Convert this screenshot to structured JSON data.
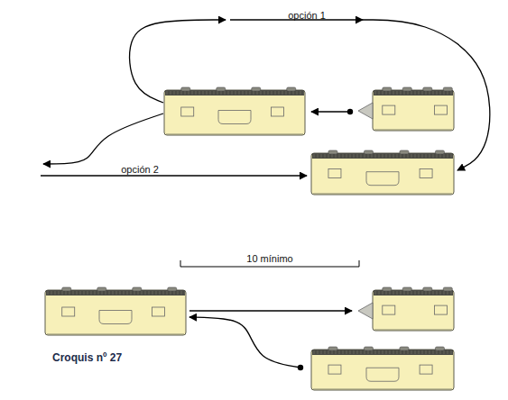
{
  "diagram": {
    "labels": [
      "opción 1",
      "opción 2",
      "10 mínimo",
      "Croquis nº 27"
    ]
  }
}
